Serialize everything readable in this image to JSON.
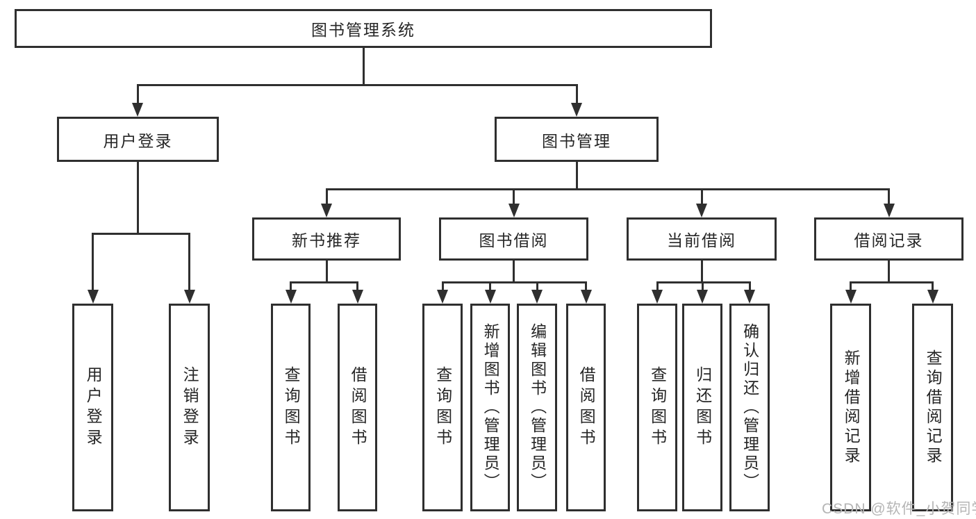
{
  "nodes": {
    "root": "图书管理系统",
    "l2": [
      "用户登录",
      "图书管理"
    ],
    "l3": [
      "新书推荐",
      "图书借阅",
      "当前借阅",
      "借阅记录"
    ],
    "login_children": [
      "用户登录",
      "注销登录"
    ],
    "recommend_children": [
      "查询图书",
      "借阅图书"
    ],
    "borrow_children": [
      "查询图书",
      "新增图书（管理员）",
      "编辑图书（管理员）",
      "借阅图书"
    ],
    "current_children": [
      "查询图书",
      "归还图书",
      "确认归还（管理员）"
    ],
    "record_children": [
      "新增借阅记录",
      "查询借阅记录"
    ]
  },
  "watermark": "CSDN @软件_小贺同学",
  "colors": {
    "line": "#2f2f2f",
    "text": "#262626",
    "box_fill": "#ffffff",
    "background": "#ffffff",
    "watermark": "#b5b5b5"
  }
}
